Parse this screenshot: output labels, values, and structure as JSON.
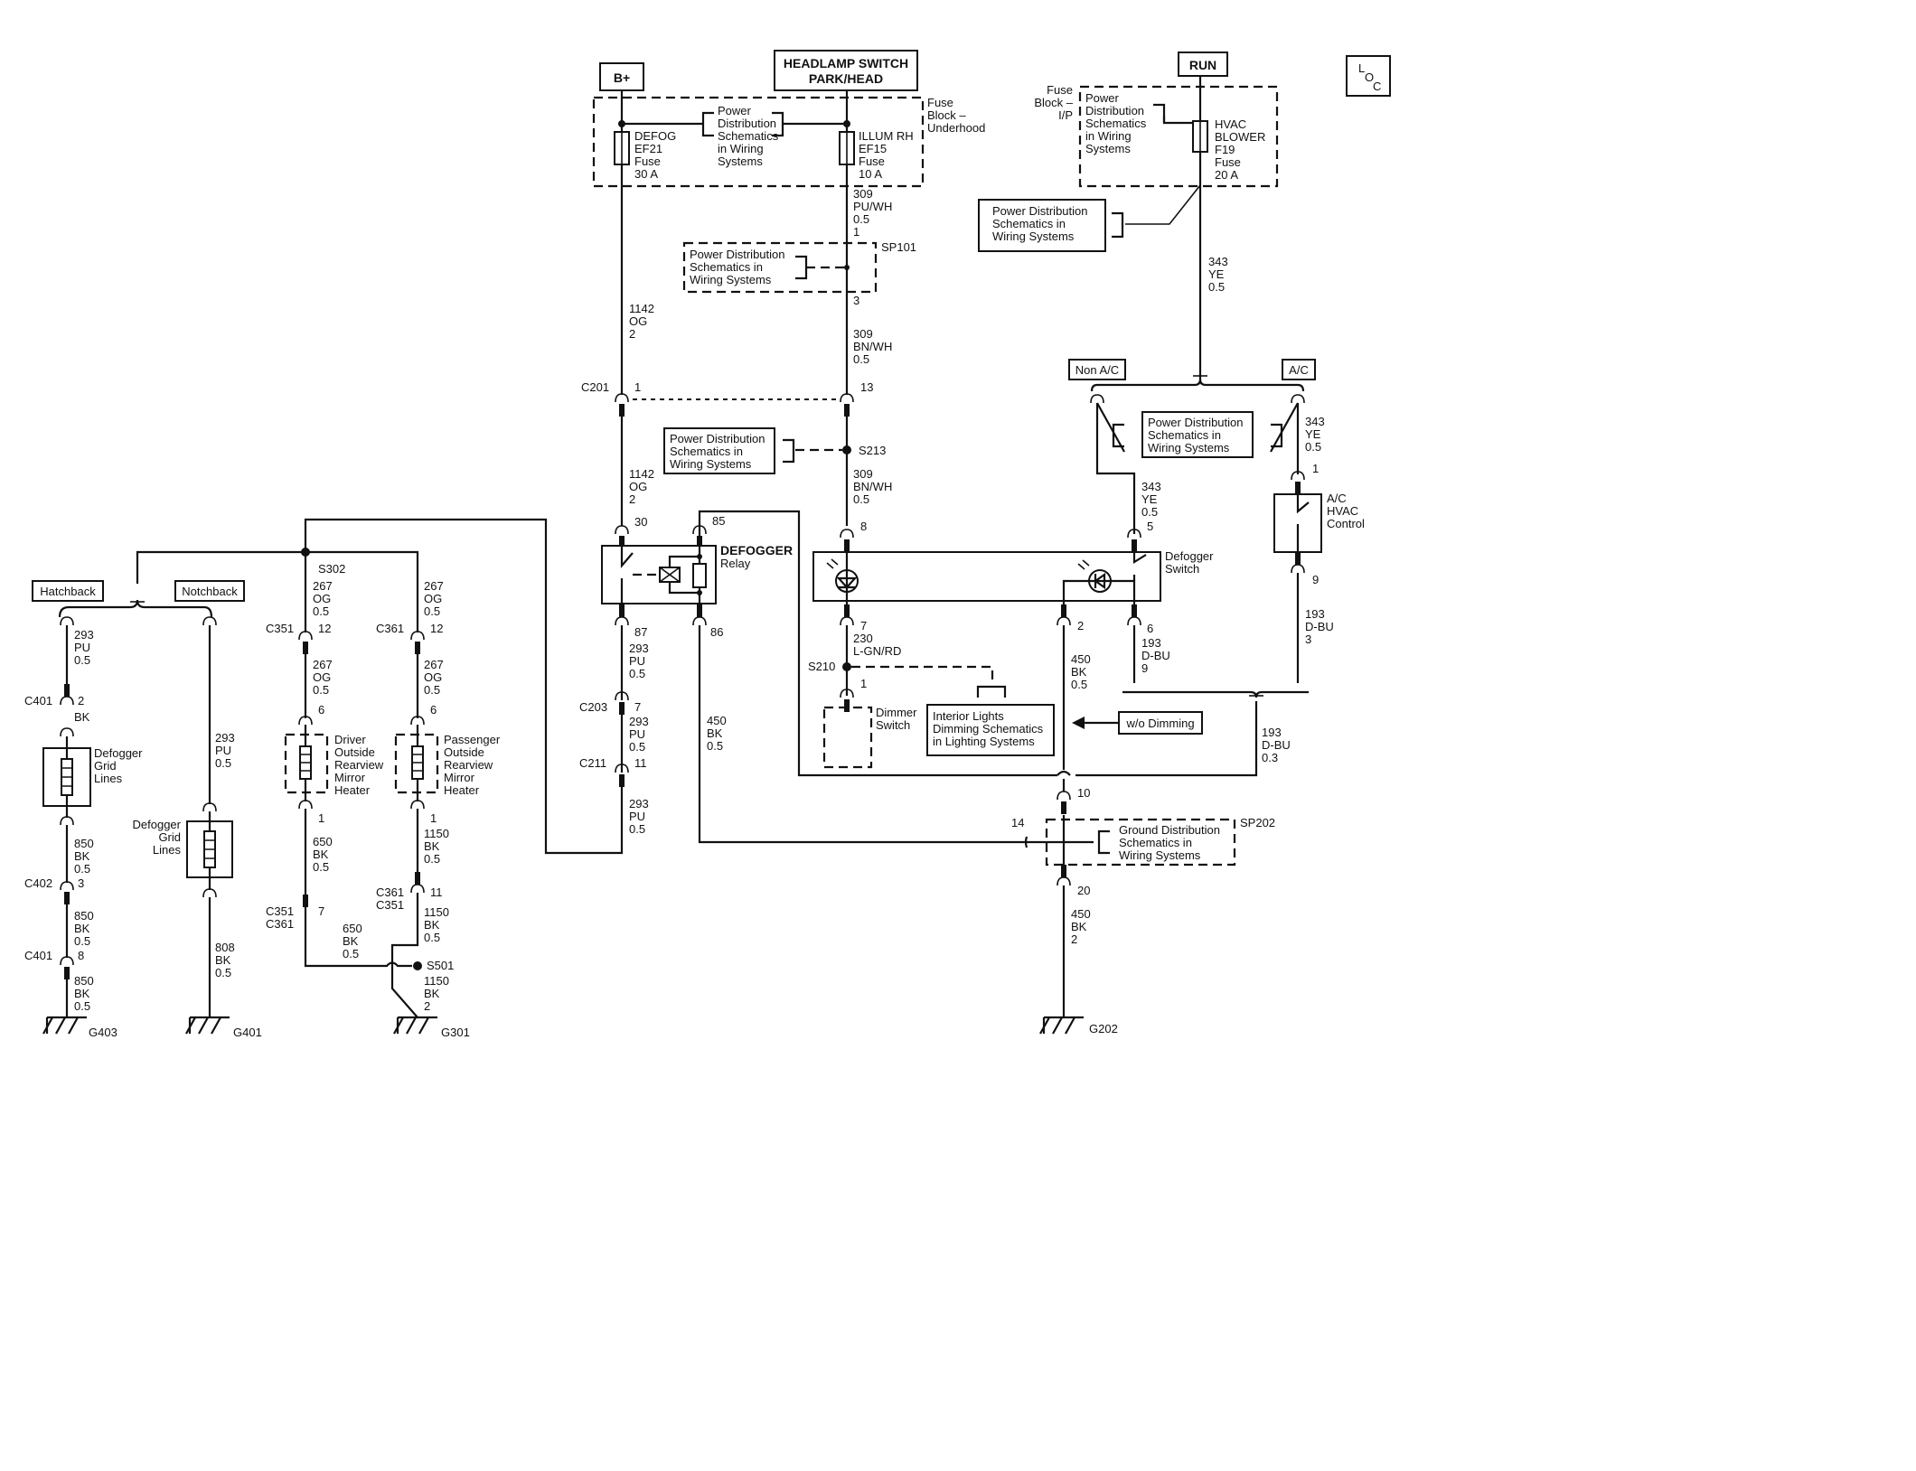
{
  "top_labels": {
    "bplus": "B+",
    "headlamp_line1": "HEADLAMP SWITCH",
    "headlamp_line2": "PARK/HEAD",
    "run": "RUN",
    "loc_l": "L",
    "loc_o": "O",
    "loc_c": "C"
  },
  "fuse_block_underhood": [
    "Fuse",
    "Block –",
    "Underhood"
  ],
  "fuse_block_ip": [
    "Fuse",
    "Block –",
    "I/P"
  ],
  "pds": [
    "Power",
    "Distribution",
    "Schematics",
    "in Wiring",
    "Systems"
  ],
  "pds_short": [
    "Power Distribution",
    "Schematics in",
    "Wiring Systems"
  ],
  "defog_fuse": [
    "DEFOG",
    "EF21",
    "Fuse",
    "30 A"
  ],
  "illum_fuse": [
    "ILLUM RH",
    "EF15",
    "Fuse",
    "10 A"
  ],
  "hvac_fuse": [
    "HVAC",
    "BLOWER",
    "F19",
    "Fuse",
    "20 A"
  ],
  "wire_309a": [
    "309",
    "PU/WH",
    "0.5"
  ],
  "pin_1": "1",
  "pin_3": "3",
  "pin_13": "13",
  "pin_8": "8",
  "pin_7": "7",
  "pin_2": "2",
  "pin_6": "6",
  "pin_5": "5",
  "pin_9": "9",
  "pin_30": "30",
  "pin_85": "85",
  "pin_87": "87",
  "pin_86": "86",
  "pin_11": "11",
  "pin_10": "10",
  "pin_14": "14",
  "pin_20": "20",
  "pin_12": "12",
  "sp101": "SP101",
  "wire_1142a": [
    "1142",
    "OG",
    "2"
  ],
  "wire_309b": [
    "309",
    "BN/WH",
    "0.5"
  ],
  "c201": "C201",
  "s213": "S213",
  "wire_343a": [
    "343",
    "YE",
    "0.5"
  ],
  "nonac": "Non A/C",
  "ac": "A/C",
  "wire_343b": [
    "343",
    "YE",
    "0.5"
  ],
  "wire_343c": [
    "343",
    "YE",
    "0.5"
  ],
  "ac_ctrl": [
    "A/C",
    "HVAC",
    "Control"
  ],
  "wire_1142b": [
    "1142",
    "OG",
    "2"
  ],
  "wire_309c": [
    "309",
    "BN/WH",
    "0.5"
  ],
  "defogger_relay": [
    "DEFOGGER",
    "Relay"
  ],
  "defogger_switch": [
    "Defogger",
    "Switch"
  ],
  "s302": "S302",
  "hatchback": "Hatchback",
  "notchback": "Notchback",
  "wire_267a": [
    "267",
    "OG",
    "0.5"
  ],
  "wire_267b": [
    "267",
    "OG",
    "0.5"
  ],
  "c351": "C351",
  "c361": "C361",
  "wire_267c": [
    "267",
    "OG",
    "0.5"
  ],
  "wire_267d": [
    "267",
    "OG",
    "0.5"
  ],
  "driver_mirror": [
    "Driver",
    "Outside",
    "Rearview",
    "Mirror",
    "Heater"
  ],
  "pass_mirror": [
    "Passenger",
    "Outside",
    "Rearview",
    "Mirror",
    "Heater"
  ],
  "wire_293a": [
    "293",
    "PU",
    "0.5"
  ],
  "c401": "C401",
  "pin_c401": "2",
  "bk": "BK",
  "defogger_grid_a": [
    "Defogger",
    "Grid",
    "Lines"
  ],
  "defogger_grid_b": [
    "Defogger",
    "Grid",
    "Lines"
  ],
  "wire_293b": [
    "293",
    "PU",
    "0.5"
  ],
  "wire_293c": [
    "293",
    "PU",
    "0.5"
  ],
  "wire_293d": [
    "293",
    "PU",
    "0.5"
  ],
  "wire_293e": [
    "293",
    "PU",
    "0.5"
  ],
  "c203": "C203",
  "c211": "C211",
  "wire_230": [
    "230",
    "L-GN/RD"
  ],
  "s210": "S210",
  "dimmer_switch": [
    "Dimmer",
    "Switch"
  ],
  "interior_lights": [
    "Interior Lights",
    "Dimming Schematics",
    "in Lighting Systems"
  ],
  "wo_dimming": "w/o Dimming",
  "wire_193a": [
    "193",
    "D-BU",
    "9"
  ],
  "wire_193b": [
    "193",
    "D-BU",
    "3"
  ],
  "wire_193c": [
    "193",
    "D-BU",
    "0.3"
  ],
  "wire_450a": [
    "450",
    "BK",
    "0.5"
  ],
  "wire_450b": [
    "450",
    "BK",
    "0.5"
  ],
  "wire_450c": [
    "450",
    "BK",
    "2"
  ],
  "sp202": "SP202",
  "gds": [
    "Ground Distribution",
    "Schematics in",
    "Wiring Systems"
  ],
  "wire_850a": [
    "850",
    "BK",
    "0.5"
  ],
  "c402": "C402",
  "pin_c402": "3",
  "wire_850b": [
    "850",
    "BK",
    "0.5"
  ],
  "c401b": "C401",
  "pin_c401b": "8",
  "wire_850c": [
    "850",
    "BK",
    "0.5"
  ],
  "wire_808": [
    "808",
    "BK",
    "0.5"
  ],
  "wire_650a": [
    "650",
    "BK",
    "0.5"
  ],
  "wire_650b": [
    "650",
    "BK",
    "0.5"
  ],
  "wire_1150a": [
    "1150",
    "BK",
    "0.5"
  ],
  "wire_1150b": [
    "1150",
    "BK",
    "0.5"
  ],
  "wire_1150c": [
    "1150",
    "BK",
    "2"
  ],
  "c351c361": [
    "C351",
    "C361"
  ],
  "c361c351": [
    "C361",
    "C351"
  ],
  "pin_7b": "7",
  "pin_11b": "11",
  "s501": "S501",
  "g403": "G403",
  "g401": "G401",
  "g301": "G301",
  "g202": "G202"
}
